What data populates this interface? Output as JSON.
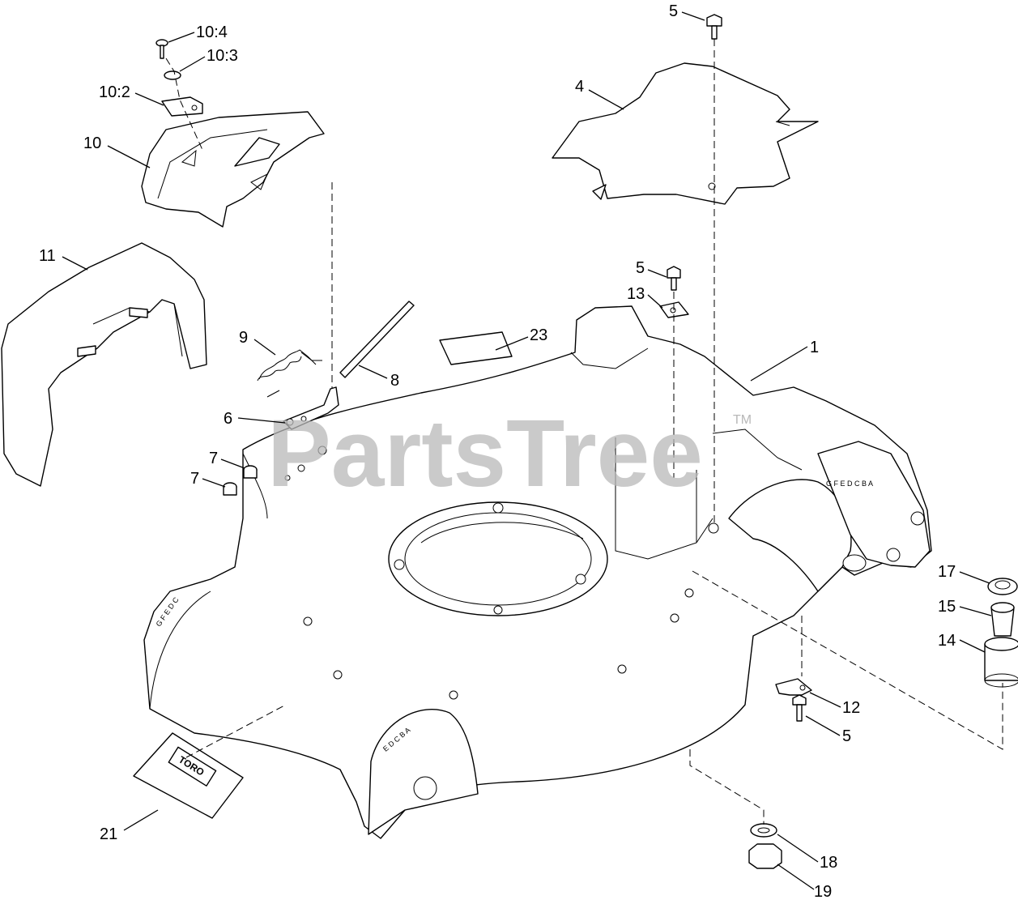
{
  "watermark": {
    "text": "PartsTree",
    "tm": "TM"
  },
  "callouts": [
    {
      "id": "c-10-4",
      "label": "10:4"
    },
    {
      "id": "c-10-3",
      "label": "10:3"
    },
    {
      "id": "c-10-2",
      "label": "10:2"
    },
    {
      "id": "c-10",
      "label": "10"
    },
    {
      "id": "c-11",
      "label": "11"
    },
    {
      "id": "c-9",
      "label": "9"
    },
    {
      "id": "c-8",
      "label": "8"
    },
    {
      "id": "c-6",
      "label": "6"
    },
    {
      "id": "c-7a",
      "label": "7"
    },
    {
      "id": "c-7b",
      "label": "7"
    },
    {
      "id": "c-23",
      "label": "23"
    },
    {
      "id": "c-5a",
      "label": "5"
    },
    {
      "id": "c-4",
      "label": "4"
    },
    {
      "id": "c-5b",
      "label": "5"
    },
    {
      "id": "c-13",
      "label": "13"
    },
    {
      "id": "c-1",
      "label": "1"
    },
    {
      "id": "c-17",
      "label": "17"
    },
    {
      "id": "c-15",
      "label": "15"
    },
    {
      "id": "c-14",
      "label": "14"
    },
    {
      "id": "c-12",
      "label": "12"
    },
    {
      "id": "c-5c",
      "label": "5"
    },
    {
      "id": "c-21",
      "label": "21"
    },
    {
      "id": "c-18",
      "label": "18"
    },
    {
      "id": "c-19",
      "label": "19"
    }
  ],
  "decal_text": "TORO",
  "height_letters_rear": "G F E D C B A",
  "height_letters_left": "G F E D C",
  "height_letters_right": "E D C B A"
}
